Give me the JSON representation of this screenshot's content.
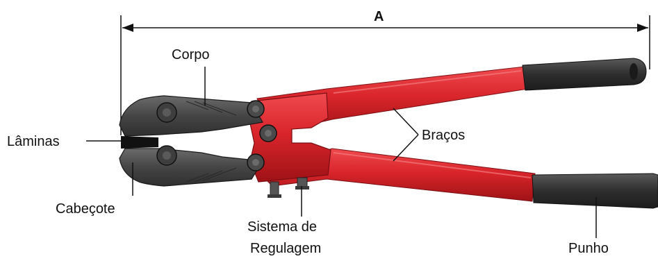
{
  "dimension_label": "A",
  "labels": {
    "corpo": "Corpo",
    "laminas": "Lâminas",
    "bracos": "Braços",
    "cabecote": "Cabeçote",
    "sistema_line1": "Sistema de",
    "sistema_line2": "Regulagem",
    "punho": "Punho"
  },
  "colors": {
    "handle_red": "#d9252b",
    "grip_dark": "#3a3a3a",
    "head_dark": "#4a4a4a"
  }
}
